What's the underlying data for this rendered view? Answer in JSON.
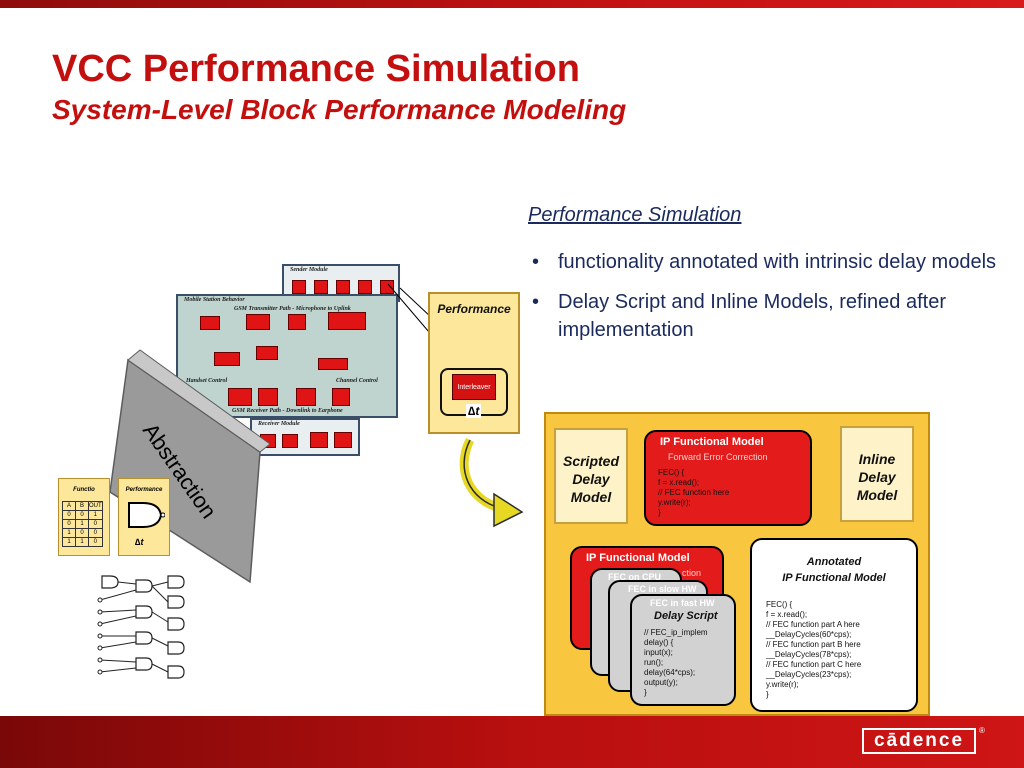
{
  "slide": {
    "title": "VCC Performance Simulation",
    "subtitle": "System-Level Block Performance Modeling"
  },
  "right_text": {
    "heading": "Performance Simulation",
    "bullets": [
      "functionality annotated with intrinsic delay models",
      "Delay Script and Inline Models, refined after implementation"
    ]
  },
  "left_diagram": {
    "sender_module": "Sender Module",
    "mobile_station": "Mobile Station Behavior",
    "transmitter_path": "GSM Transmitter Path - Microphone to Uplink",
    "handset_control": "Handset Control",
    "channel_control": "Channel Control",
    "receiver_path": "GSM Receiver Path - Downlink to Earphone",
    "receiver_module": "Receiver Module",
    "performance_label": "Performance",
    "interleaver_label": "Interleaver",
    "delta_t": "∆t",
    "abstraction": "Abstraction",
    "function_label": "Functio",
    "performance_mini": "Performance",
    "truth_table": {
      "headers": [
        "A",
        "B",
        "OUT"
      ],
      "rows": [
        [
          "0",
          "0",
          "1"
        ],
        [
          "0",
          "1",
          "0"
        ],
        [
          "1",
          "0",
          "0"
        ],
        [
          "1",
          "1",
          "0"
        ]
      ]
    }
  },
  "sim_diagram": {
    "scripted_delay_model": [
      "Scripted",
      "Delay",
      "Model"
    ],
    "inline_delay_model": [
      "Inline",
      "Delay",
      "Model"
    ],
    "ip_top": {
      "title": "IP Functional Model",
      "subtitle": "Forward Error Correction",
      "code": "FEC() {\nf = x.read();\n// FEC function here\ny.write(r);\n}"
    },
    "ip_back": {
      "title": "IP Functional Model",
      "subtitle": "ction"
    },
    "fec_cpu": "FEC on CPU",
    "fec_slow": "FEC in slow HW",
    "fec_fast": "FEC in fast HW",
    "delay_script": {
      "title": "Delay Script",
      "code": "// FEC_ip_implem\ndelay() {\ninput(x);\nrun();\ndelay(64*cps);\noutput(y);\n}"
    },
    "annotated": {
      "title_line1": "Annotated",
      "title_line2": "IP Functional Model",
      "code": "FEC() {\nf = x.read();\n// FEC function part A here\n__DelayCycles(60*cps);\n// FEC function part B here\n__DelayCycles(78*cps);\n// FEC function part C here\n__DelayCycles(23*cps);\ny.write(r);\n}"
    }
  },
  "footer": {
    "logo": "cādence",
    "reg": "®"
  },
  "colors": {
    "brand_red": "#c40f0f",
    "text_navy": "#1a2a5c",
    "panel_yellow": "#f9c640"
  }
}
